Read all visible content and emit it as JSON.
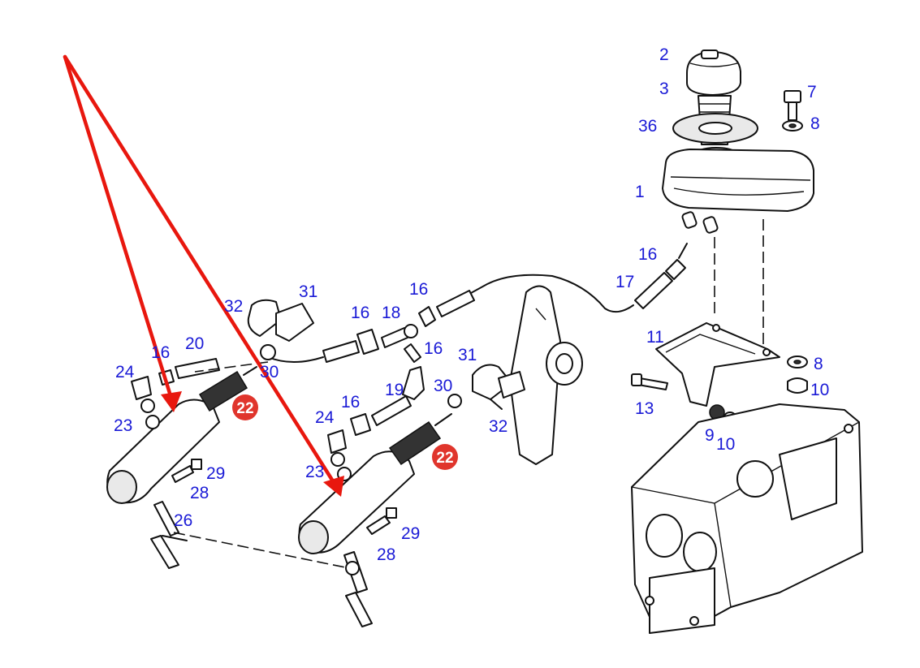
{
  "colors": {
    "label": "#1a1ad6",
    "badge": "#e0352c",
    "arrow": "#e8170e",
    "drawing": "#111111"
  },
  "labels": [
    {
      "id": "2",
      "text": "2"
    },
    {
      "id": "3",
      "text": "3"
    },
    {
      "id": "36",
      "text": "36"
    },
    {
      "id": "7",
      "text": "7"
    },
    {
      "id": "8a",
      "text": "8"
    },
    {
      "id": "1",
      "text": "1"
    },
    {
      "id": "16a",
      "text": "16"
    },
    {
      "id": "17",
      "text": "17"
    },
    {
      "id": "11",
      "text": "11"
    },
    {
      "id": "8b",
      "text": "8"
    },
    {
      "id": "10a",
      "text": "10"
    },
    {
      "id": "13",
      "text": "13"
    },
    {
      "id": "9",
      "text": "9"
    },
    {
      "id": "10b",
      "text": "10"
    },
    {
      "id": "31a",
      "text": "31"
    },
    {
      "id": "32a",
      "text": "32"
    },
    {
      "id": "16b",
      "text": "16"
    },
    {
      "id": "18",
      "text": "18"
    },
    {
      "id": "16c",
      "text": "16"
    },
    {
      "id": "16d",
      "text": "16"
    },
    {
      "id": "20",
      "text": "20"
    },
    {
      "id": "16e",
      "text": "16"
    },
    {
      "id": "24a",
      "text": "24"
    },
    {
      "id": "30a",
      "text": "30"
    },
    {
      "id": "31b",
      "text": "31"
    },
    {
      "id": "19",
      "text": "19"
    },
    {
      "id": "30b",
      "text": "30"
    },
    {
      "id": "16f",
      "text": "16"
    },
    {
      "id": "32b",
      "text": "32"
    },
    {
      "id": "23a",
      "text": "23"
    },
    {
      "id": "24b",
      "text": "24"
    },
    {
      "id": "29a",
      "text": "29"
    },
    {
      "id": "28a",
      "text": "28"
    },
    {
      "id": "26",
      "text": "26"
    },
    {
      "id": "23b",
      "text": "23"
    },
    {
      "id": "29b",
      "text": "29"
    },
    {
      "id": "28b",
      "text": "28"
    }
  ],
  "badges": [
    {
      "id": "22a",
      "text": "22"
    },
    {
      "id": "22b",
      "text": "22"
    }
  ]
}
